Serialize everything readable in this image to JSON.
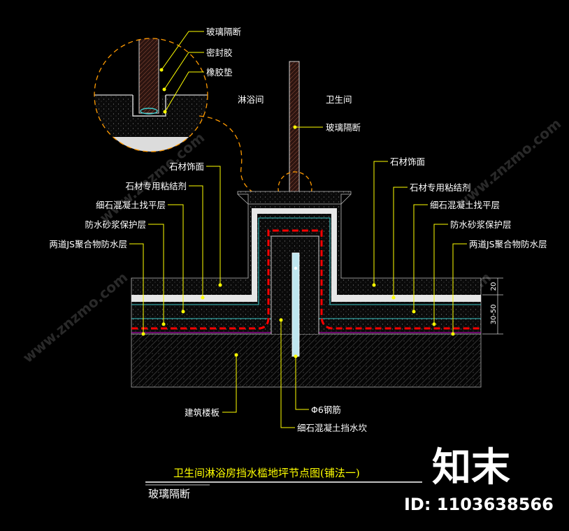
{
  "labels": {
    "glass_partition_detail": "玻璃隔断",
    "sealant": "密封胶",
    "rubber_pad": "橡胶垫",
    "shower_room": "淋浴间",
    "bathroom": "卫生间",
    "glass_partition": "玻璃隔断",
    "stone_finish_left": "石材饰面",
    "stone_adhesive_left": "石材专用粘结剂",
    "fine_concrete_leveling_left": "细石混凝土找平层",
    "waterproof_mortar_left": "防水砂浆保护层",
    "js_waterproof_left": "两道JS聚合物防水层",
    "stone_finish_right": "石材饰面",
    "stone_adhesive_right": "石材专用粘结剂",
    "fine_concrete_leveling_right": "细石混凝土找平层",
    "waterproof_mortar_right": "防水砂浆保护层",
    "js_waterproof_right": "两道JS聚合物防水层",
    "floor_slab": "建筑楼板",
    "rebar": "Φ6钢筋",
    "curb": "细石混凝土挡水坎"
  },
  "dimensions": {
    "top": "20",
    "bottom": "30-50"
  },
  "title": "卫生间淋浴房挡水槛地坪节点图(铺法一)",
  "subtitle": "玻璃隔断",
  "watermark": {
    "brand": "知末",
    "id_text": "ID: 1103638566",
    "site": "www.znzmo.com"
  },
  "colors": {
    "background": "#000000",
    "leader": "#ffff00",
    "dashed_outline": "#ff9a00",
    "waterproof": "#ff0000",
    "stone": "#e6e6e6",
    "cyan_layer": "#3cc8c8"
  }
}
